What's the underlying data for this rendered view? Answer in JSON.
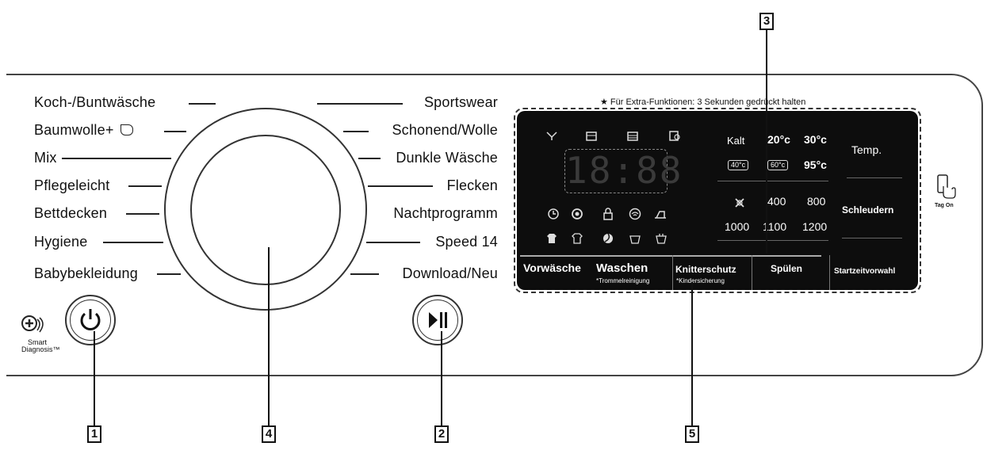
{
  "programs_left": [
    "Koch-/Buntwäsche",
    "Baumwolle+",
    "Mix",
    "Pflegeleicht",
    "Bettdecken",
    "Hygiene",
    "Babybekleidung"
  ],
  "programs_right": [
    "Sportswear",
    "Schonend/Wolle",
    "Dunkle Wäsche",
    "Flecken",
    "Nachtprogramm",
    "Speed 14",
    "Download/Neu"
  ],
  "smart_diagnosis": {
    "line1": "Smart",
    "line2": "Diagnosis™"
  },
  "tag_on": "Tag On",
  "note": "★ Für Extra-Funktionen: 3 Sekunden gedrückt halten",
  "display_digits": "18:88",
  "temperatures": {
    "row1": [
      "Kalt",
      "20°c",
      "30°c"
    ],
    "row2_boxed": [
      "40°c",
      "60°c"
    ],
    "row2_plain": "95°c"
  },
  "spin_speeds": {
    "row1": [
      "400",
      "800"
    ],
    "row2": [
      "1000",
      "1100",
      "1200"
    ]
  },
  "side_buttons": {
    "temp": "Temp.",
    "spin": "Schleudern"
  },
  "bottom_buttons": {
    "prewash": "Vorwäsche",
    "wash": "Waschen",
    "wash_sub": "*Trommelreinigung",
    "crease": "Knitterschutz",
    "crease_sub": "*Kindersicherung",
    "rinse": "Spülen",
    "delay": "Startzeitvorwahl"
  },
  "callouts": [
    "1",
    "2",
    "3",
    "4",
    "5"
  ]
}
